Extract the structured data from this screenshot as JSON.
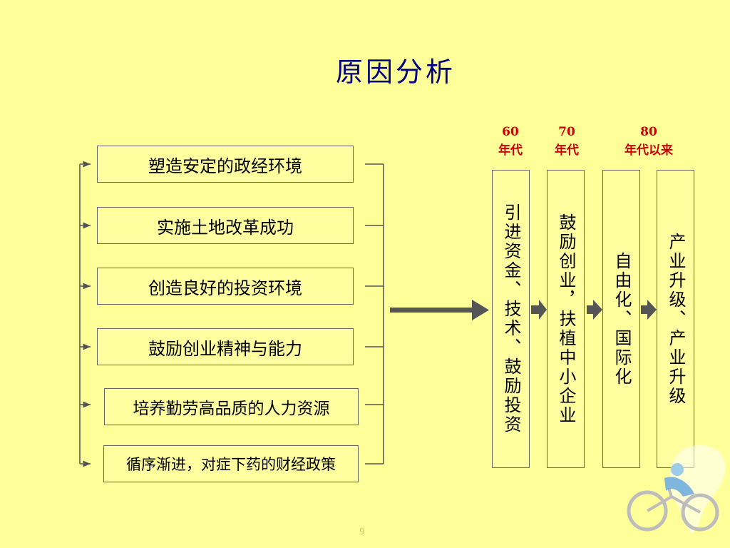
{
  "title": "原因分析",
  "factors": [
    "塑造安定的政经环境",
    "实施土地改革成功",
    "创造良好的投资环境",
    "鼓励创业精神与能力",
    "培养勤劳高品质的人力资源",
    "循序渐进，对症下药的财经政策"
  ],
  "eras": [
    {
      "year": "60",
      "label": "年代"
    },
    {
      "year": "70",
      "label": "年代"
    },
    {
      "year": "80",
      "label": "年代以来"
    }
  ],
  "stages": [
    "引进资金、技术、鼓励投资",
    "鼓励创业，扶植中小企业",
    "自由化、国际化",
    "产业升级、产业升级"
  ],
  "page_number": "9",
  "colors": {
    "background": "#ffff99",
    "title": "#000080",
    "era": "#cc0000",
    "arrow": "#555555"
  }
}
